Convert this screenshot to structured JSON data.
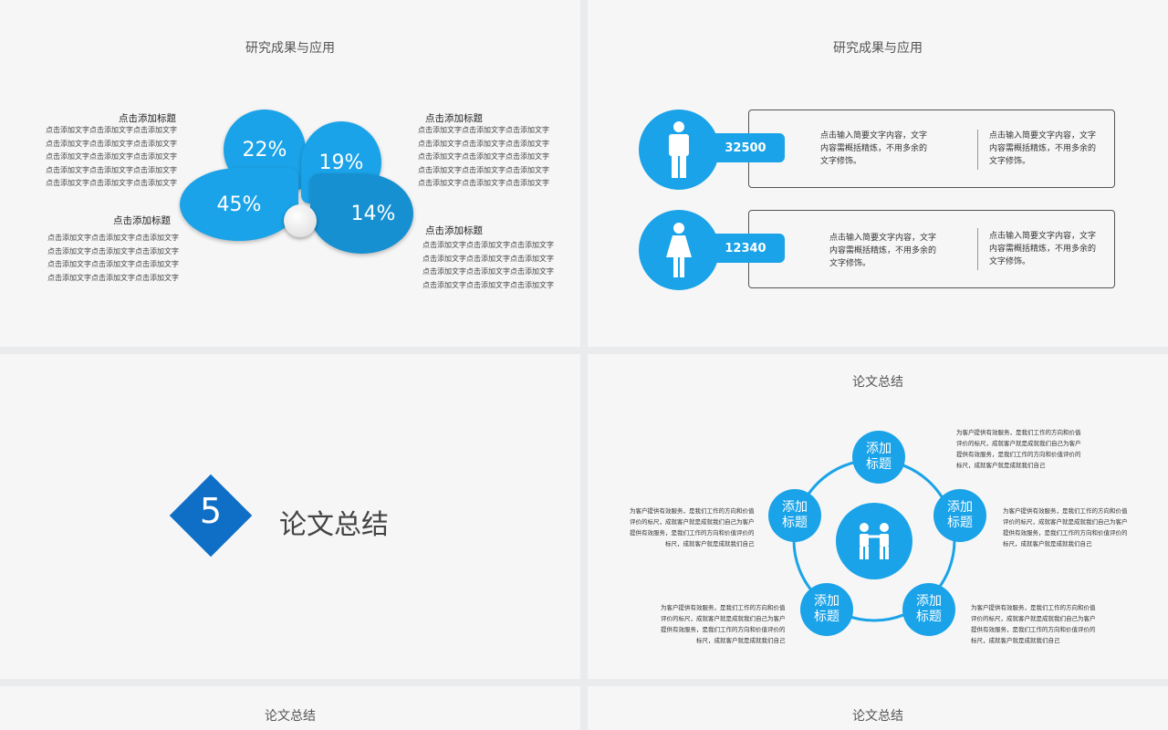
{
  "slide1": {
    "title": "研究成果与应用",
    "blocks": [
      {
        "heading": "点击添加标题",
        "body": "点击添加文字点击添加文字点击添加文字\n点击添加文字点击添加文字点击添加文字\n点击添加文字点击添加文字点击添加文字\n点击添加文字点击添加文字点击添加文字\n点击添加文字点击添加文字点击添加文字"
      },
      {
        "heading": "点击添加标题",
        "body": "点击添加文字点击添加文字点击添加文字\n点击添加文字点击添加文字点击添加文字\n点击添加文字点击添加文字点击添加文字\n点击添加文字点击添加文字点击添加文字"
      },
      {
        "heading": "点击添加标题",
        "body": "点击添加文字点击添加文字点击添加文字\n点击添加文字点击添加文字点击添加文字\n点击添加文字点击添加文字点击添加文字\n点击添加文字点击添加文字点击添加文字\n点击添加文字点击添加文字点击添加文字"
      },
      {
        "heading": "点击添加标题",
        "body": "点击添加文字点击添加文字点击添加文字\n点击添加文字点击添加文字点击添加文字\n点击添加文字点击添加文字点击添加文字\n点击添加文字点击添加文字点击添加文字"
      }
    ],
    "petals": [
      "22%",
      "19%",
      "45%",
      "14%"
    ]
  },
  "slide2": {
    "title": "研究成果与应用",
    "rows": [
      {
        "icon": "male-person-icon",
        "value": "32500",
        "text_a": "点击输入简要文字内容，文字\n内容需概括精炼，不用多余的\n文字修饰。",
        "text_b": "点击输入简要文字内容，文字\n内容需概括精炼，不用多余的\n文字修饰。"
      },
      {
        "icon": "female-person-icon",
        "value": "12340",
        "text_a": "点击输入简要文字内容，文字\n内容需概括精炼，不用多余的\n文字修饰。",
        "text_b": "点击输入简要文字内容，文字\n内容需概括精炼，不用多余的\n文字修饰。"
      }
    ]
  },
  "slide3": {
    "number": "5",
    "title": "论文总结"
  },
  "slide4": {
    "title": "论文总结",
    "nodes": [
      "添加\n标题",
      "添加\n标题",
      "添加\n标题",
      "添加\n标题",
      "添加\n标题"
    ],
    "texts": [
      "为客户提供有效服务，是我们工作的方向和价值\n评价的标尺，成就客户就是成就我们自己为客户\n提供有效服务，是我们工作的方向和价值评价的\n标尺，成就客户就是成就我们自己",
      "为客户提供有效服务，是我们工作的方向和价值\n评价的标尺，成就客户就是成就我们自己为客户\n提供有效服务，是我们工作的方向和价值评价的\n标尺，成就客户就是成就我们自己",
      "为客户提供有效服务，是我们工作的方向和价值\n评价的标尺，成就客户就是成就我们自己为客户\n提供有效服务，是我们工作的方向和价值评价的\n标尺，成就客户就是成就我们自己",
      "为客户提供有效服务，是我们工作的方向和价值\n评价的标尺，成就客户就是成就我们自己为客户\n提供有效服务，是我们工作的方向和价值评价的\n标尺，成就客户就是成就我们自己",
      "为客户提供有效服务，是我们工作的方向和价值\n评价的标尺，成就客户就是成就我们自己为客户\n提供有效服务，是我们工作的方向和价值评价的\n标尺，成就客户就是成就我们自己"
    ],
    "center_icon": "two-people-icon"
  },
  "slide5": {
    "title": "论文总结"
  },
  "slide6": {
    "title": "论文总结"
  },
  "colors": {
    "accent": "#1aa3e8",
    "dark_blue": "#0f6fc6"
  }
}
